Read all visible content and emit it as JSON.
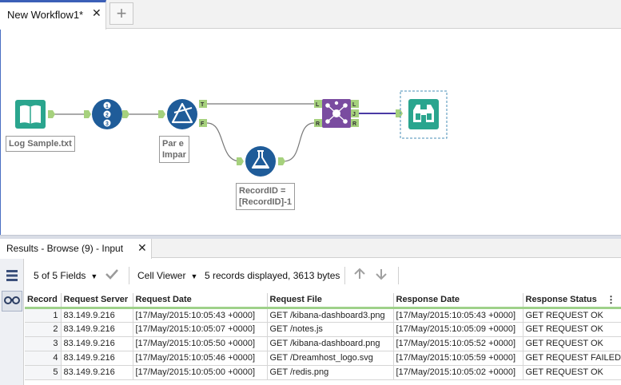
{
  "workflow_tab": {
    "title": "New Workflow1*",
    "close": "✕",
    "add": "+"
  },
  "nodes": {
    "input": {
      "label": "Log Sample.txt",
      "icon": "book-icon",
      "color": "#2aa58e"
    },
    "record_id_1": {
      "icon": "record-id-icon",
      "color": "#1f5c99"
    },
    "filter": {
      "label_line1": "Par e",
      "label_line2": "Impar",
      "icon": "filter-icon",
      "color": "#1f5c99",
      "anchor_true": "T",
      "anchor_false": "F"
    },
    "formula": {
      "label_line1": "RecordID =",
      "label_line2": "[RecordID]-1",
      "icon": "formula-icon",
      "color": "#1f5c99"
    },
    "join": {
      "icon": "join-icon",
      "color": "#7a4ca0",
      "in_left": "L",
      "in_right": "R",
      "out_left": "L",
      "out_join": "J",
      "out_right": "R"
    },
    "browse": {
      "icon": "binoculars-icon",
      "color": "#2aa58e"
    }
  },
  "results": {
    "tab_title": "Results - Browse (9) - Input",
    "close": "✕",
    "fields_selector": "5 of 5 Fields",
    "viewer_selector": "Cell Viewer",
    "status": "5 records displayed, 3613 bytes",
    "columns": [
      "Record",
      "Request Server",
      "Request Date",
      "Request File",
      "Response Date",
      "Response Status"
    ],
    "rows": [
      [
        "1",
        "83.149.9.216",
        "[17/May/2015:10:05:43 +0000]",
        "GET /kibana-dashboard3.png",
        "[17/May/2015:10:05:43 +0000]",
        "GET REQUEST OK"
      ],
      [
        "2",
        "83.149.9.216",
        "[17/May/2015:10:05:07 +0000]",
        "GET /notes.js",
        "[17/May/2015:10:05:09 +0000]",
        "GET REQUEST OK"
      ],
      [
        "3",
        "83.149.9.216",
        "[17/May/2015:10:05:50 +0000]",
        "GET /kibana-dashboard.png",
        "[17/May/2015:10:05:52 +0000]",
        "GET REQUEST OK"
      ],
      [
        "4",
        "83.149.9.216",
        "[17/May/2015:10:05:46 +0000]",
        "GET /Dreamhost_logo.svg",
        "[17/May/2015:10:05:59 +0000]",
        "GET REQUEST FAILED"
      ],
      [
        "5",
        "83.149.9.216",
        "[17/May/2015:10:05:00 +0000]",
        "GET /redis.png",
        "[17/May/2015:10:05:02 +0000]",
        "GET REQUEST OK"
      ]
    ]
  }
}
